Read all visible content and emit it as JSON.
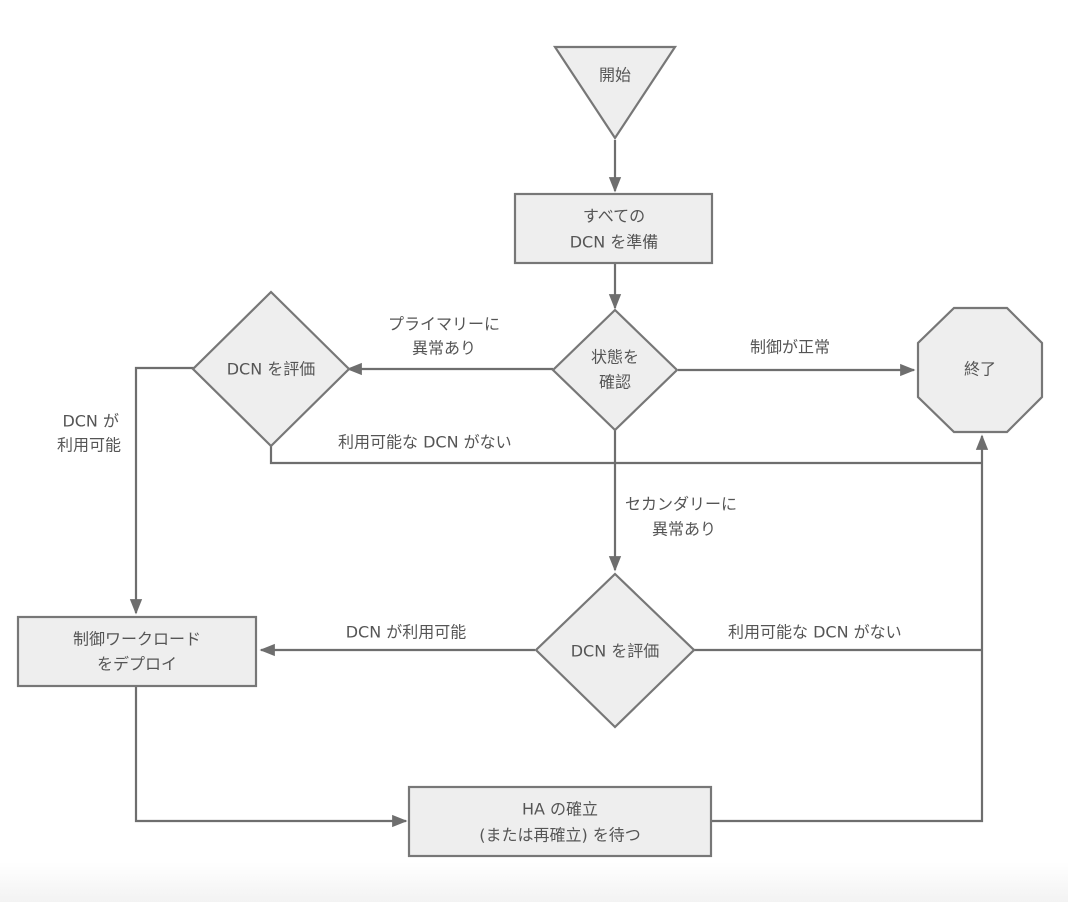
{
  "diagram": {
    "type": "flowchart",
    "colors": {
      "node_fill": "#eeeeee",
      "node_stroke": "#777777",
      "edge_stroke": "#6e6e6e",
      "text": "#555555"
    },
    "nodes": {
      "start": {
        "shape": "inverted-triangle",
        "lines": [
          "開始"
        ]
      },
      "prepare": {
        "shape": "rectangle",
        "lines": [
          "すべての",
          "DCN を準備"
        ]
      },
      "check": {
        "shape": "diamond",
        "lines": [
          "状態を",
          "確認"
        ]
      },
      "end": {
        "shape": "octagon",
        "lines": [
          "終了"
        ]
      },
      "eval_primary": {
        "shape": "diamond",
        "lines": [
          "DCN を評価"
        ]
      },
      "eval_secondary": {
        "shape": "diamond",
        "lines": [
          "DCN を評価"
        ]
      },
      "deploy": {
        "shape": "rectangle",
        "lines": [
          "制御ワークロード",
          "をデプロイ"
        ]
      },
      "wait_ha": {
        "shape": "rectangle",
        "lines": [
          "HA の確立",
          "(または再確立) を待つ"
        ]
      }
    },
    "edges": {
      "start_to_prepare": {
        "from": "start",
        "to": "prepare",
        "lines": []
      },
      "prepare_to_check": {
        "from": "prepare",
        "to": "check",
        "lines": []
      },
      "check_to_end": {
        "from": "check",
        "to": "end",
        "lines": [
          "制御が正常"
        ]
      },
      "check_to_eval_primary": {
        "from": "check",
        "to": "eval_primary",
        "lines": [
          "プライマリーに",
          "異常あり"
        ]
      },
      "check_to_eval_secondary": {
        "from": "check",
        "to": "eval_secondary",
        "lines": [
          "セカンダリーに",
          "異常あり"
        ]
      },
      "eval_primary_to_deploy": {
        "from": "eval_primary",
        "to": "deploy",
        "lines": [
          "DCN が",
          "利用可能"
        ]
      },
      "eval_primary_to_end": {
        "from": "eval_primary",
        "to": "end",
        "lines": [
          "利用可能な DCN がない"
        ]
      },
      "eval_secondary_to_deploy": {
        "from": "eval_secondary",
        "to": "deploy",
        "lines": [
          "DCN が利用可能"
        ]
      },
      "eval_secondary_to_end": {
        "from": "eval_secondary",
        "to": "end",
        "lines": [
          "利用可能な DCN がない"
        ]
      },
      "deploy_to_wait": {
        "from": "deploy",
        "to": "wait_ha",
        "lines": []
      },
      "wait_to_end": {
        "from": "wait_ha",
        "to": "end",
        "lines": []
      }
    }
  }
}
